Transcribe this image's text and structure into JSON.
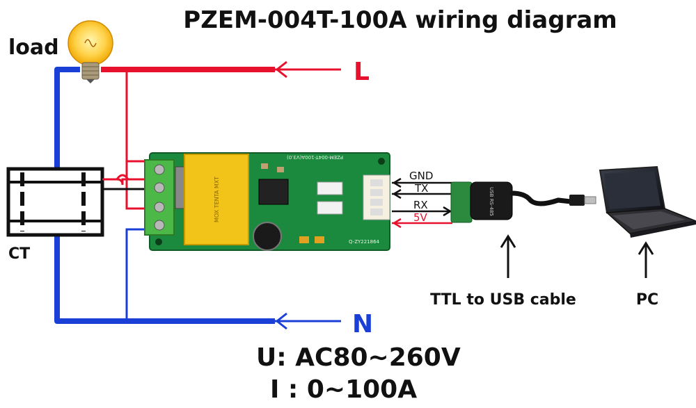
{
  "title": "PZEM-004T-100A wiring diagram",
  "labels": {
    "load": "load",
    "ct": "CT",
    "line": "L",
    "neutral": "N",
    "ttl_cable": "TTL to USB cable",
    "pc": "PC"
  },
  "pins": {
    "gnd": "GND",
    "tx": "TX",
    "rx": "RX",
    "v5": "5V"
  },
  "board": {
    "silkscreen_top": "PZEM-004T-100A(V3.0)",
    "silkscreen_bottom": "Q-ZY221864",
    "transformer_text": "MOX TENTA MXT",
    "usb_adapter_text": "USB RS-485"
  },
  "specs": {
    "voltage": "U: AC80~260V",
    "current": "I : 0~100A"
  },
  "colors": {
    "line_wire": "#e8112d",
    "neutral_wire": "#1a3fd6",
    "board_green": "#1c8a3e",
    "transformer_yellow": "#f2c318",
    "terminal_green": "#4cb848"
  }
}
